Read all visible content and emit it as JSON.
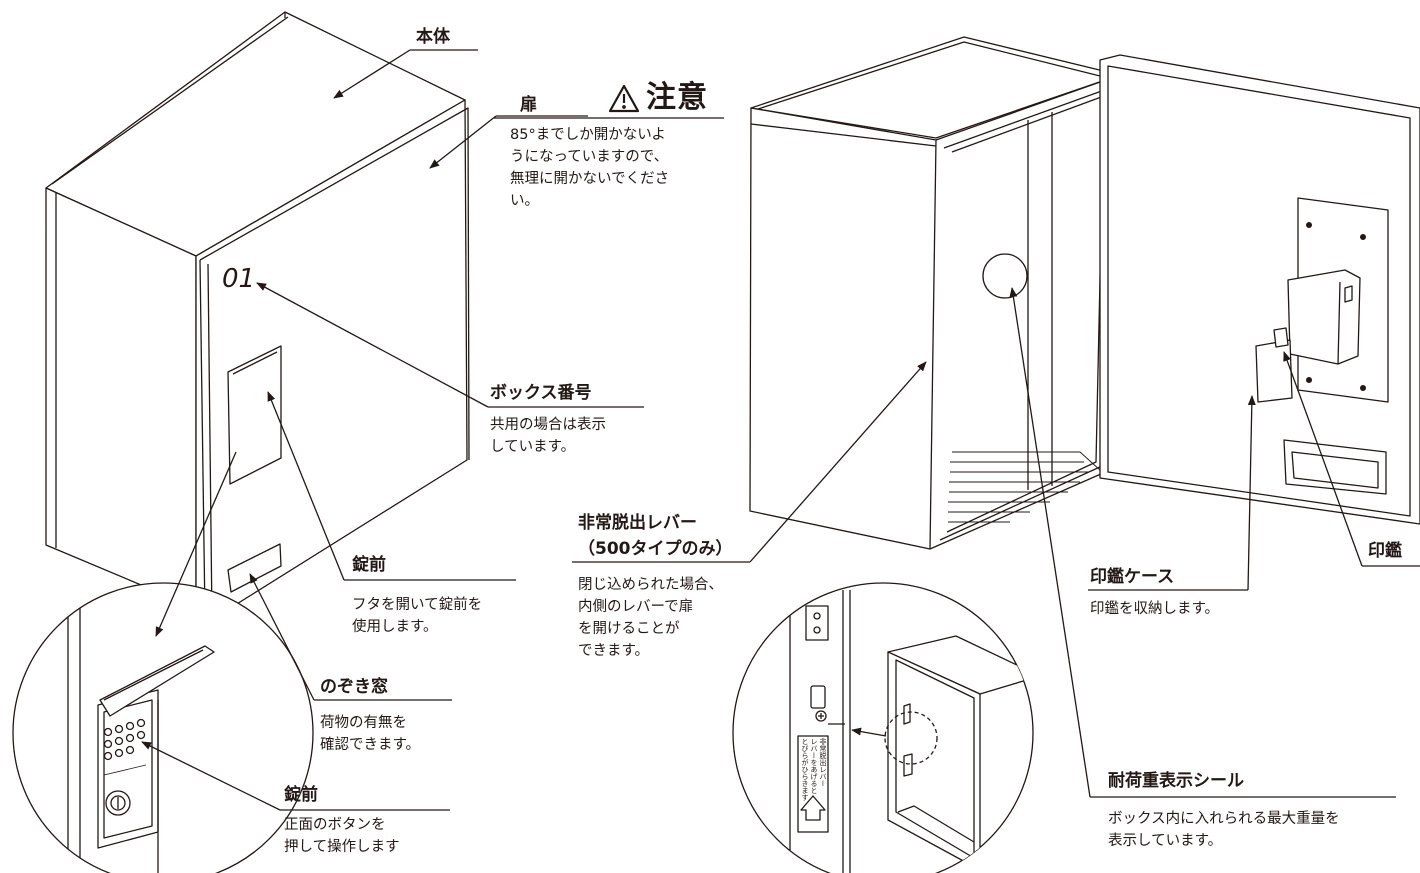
{
  "labels": {
    "body": "本体",
    "door": "扉",
    "caution": "注意",
    "caution_text": [
      "85°までしか開かないよ",
      "うになっていますので、",
      "無理に開かないでくださ",
      "い。"
    ],
    "box_number_value": "01",
    "box_number": "ボックス番号",
    "box_number_desc": [
      "共用の場合は表示",
      "しています。"
    ],
    "lock_cover": "錠前",
    "lock_cover_desc": [
      "フタを開いて錠前を",
      "使用します。"
    ],
    "peek_window": "のぞき窓",
    "peek_window_desc": [
      "荷物の有無を",
      "確認できます。"
    ],
    "lock_keypad": "錠前",
    "lock_keypad_desc": [
      "正面のボタンを",
      "押して操作します"
    ],
    "escape_lever": [
      "非常脱出レバー",
      "（500タイプのみ）"
    ],
    "escape_lever_desc": [
      "閉じ込められた場合、",
      "内側のレバーで扉",
      "を開けることが",
      "できます。"
    ],
    "load_seal": "耐荷重表示シール",
    "load_seal_desc": [
      "ボックス内に入れられる最大重量を",
      "表示しています。"
    ],
    "seal_case": "印鑑ケース",
    "seal_case_desc": "印鑑を収納します。",
    "seal": "印鑑",
    "lever_sticker": [
      "非常脱出レバー",
      "レバーをあげると",
      "とびらがひらきます"
    ]
  },
  "colors": {
    "line": "#231815"
  }
}
